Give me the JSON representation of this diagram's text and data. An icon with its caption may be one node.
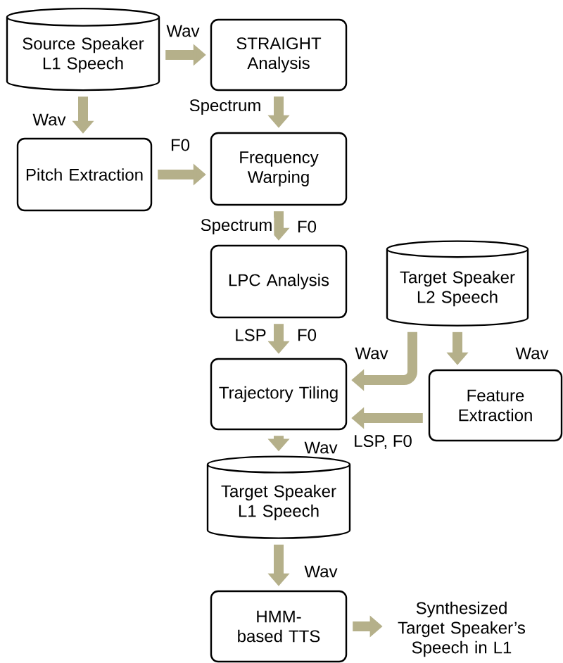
{
  "diagram": {
    "nodes": [
      {
        "text": [
          "Source Speaker L1 Speech"
        ]
      },
      {
        "text": [
          "STRAIGHT Analysis"
        ]
      },
      {
        "text": [
          "Pitch Extraction"
        ]
      },
      {
        "text": [
          "Frequency Warping"
        ]
      },
      {
        "text": [
          "LPC Analysis"
        ]
      },
      {
        "text": [
          "Target Speaker L2 Speech"
        ]
      },
      {
        "text": [
          "Trajectory Tiling"
        ]
      },
      {
        "text": [
          "Feature Extraction"
        ]
      },
      {
        "text": [
          "Target Speaker L1 Speech"
        ]
      },
      {
        "text": [
          "HMM-based TTS"
        ]
      },
      {
        "text": [
          "Synthesized Target Speaker’s Speech in L1"
        ]
      }
    ],
    "edges": [
      {
        "from": 0,
        "to": 1,
        "arrow": "to",
        "label": "Wav"
      },
      {
        "from": 0,
        "to": 2,
        "arrow": "to",
        "label": "Wav"
      },
      {
        "from": 1,
        "to": 3,
        "arrow": "to",
        "label": "Spectrum"
      },
      {
        "from": 2,
        "to": 3,
        "arrow": "to",
        "label": "F0"
      },
      {
        "from": 3,
        "to": 4,
        "arrow": "to",
        "label": "Spectrum"
      },
      {
        "from": 4,
        "to": 6,
        "arrow": "to",
        "label": "LSP"
      },
      {
        "from": 5,
        "to": 6,
        "arrow": "to",
        "label": "Wav"
      },
      {
        "from": 5,
        "to": 7,
        "arrow": "to",
        "label": "Wav"
      },
      {
        "from": 7,
        "to": 6,
        "arrow": "to",
        "label": "LSP, F0"
      },
      {
        "from": 6,
        "to": 8,
        "arrow": "to",
        "label": "Wav"
      },
      {
        "from": 8,
        "to": 9,
        "arrow": "to",
        "label": "Wav"
      },
      {
        "from": 9,
        "to": 10,
        "arrow": "to"
      }
    ],
    "labels": [
      "F0",
      "F0"
    ]
  }
}
